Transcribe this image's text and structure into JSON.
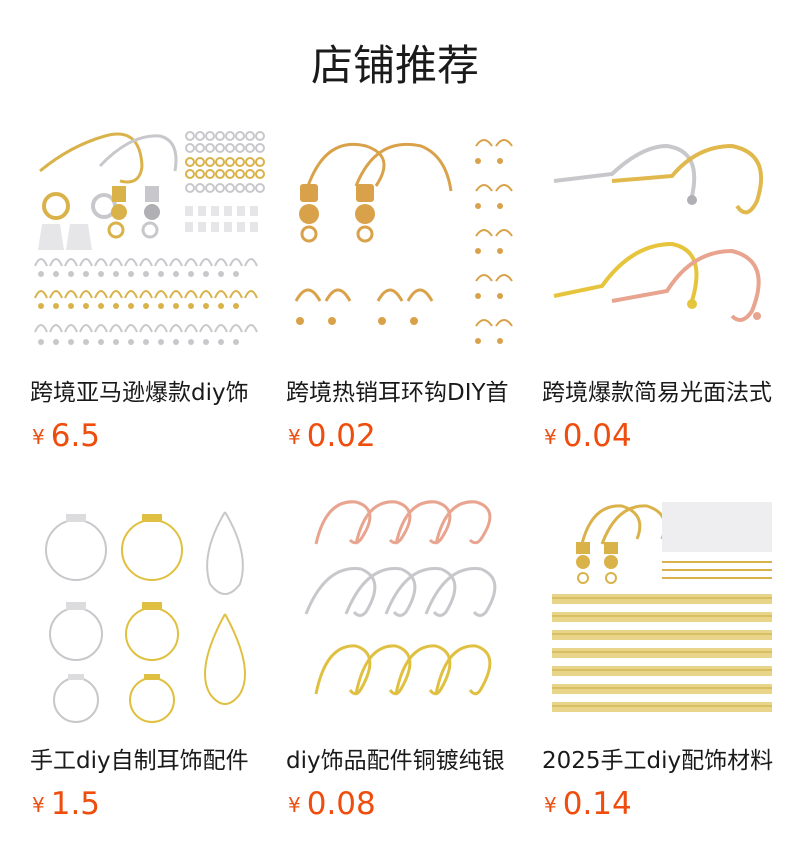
{
  "section": {
    "title": "店铺推荐"
  },
  "products": [
    {
      "name": "跨境亚马逊爆款diy饰",
      "currency": "¥",
      "price": "6.5",
      "image_icon": "earring-findings-kit-image"
    },
    {
      "name": "跨境热销耳环钩DIY首",
      "currency": "¥",
      "price": "0.02",
      "image_icon": "fishhook-earwire-image"
    },
    {
      "name": "跨境爆款简易光面法式",
      "currency": "¥",
      "price": "0.04",
      "image_icon": "french-earwire-image"
    },
    {
      "name": "手工diy自制耳饰配件",
      "currency": "¥",
      "price": "1.5",
      "image_icon": "hoop-charm-image"
    },
    {
      "name": "diy饰品配件铜镀纯银",
      "currency": "¥",
      "price": "0.08",
      "image_icon": "copper-earhook-image"
    },
    {
      "name": "2025手工diy配饰材料",
      "currency": "¥",
      "price": "0.14",
      "image_icon": "earwire-bulk-set-image"
    }
  ],
  "colors": {
    "price": "#ee4d0e",
    "gold": "#d9b24a",
    "silver": "#c8c8cc",
    "rose": "#e8a48e"
  }
}
